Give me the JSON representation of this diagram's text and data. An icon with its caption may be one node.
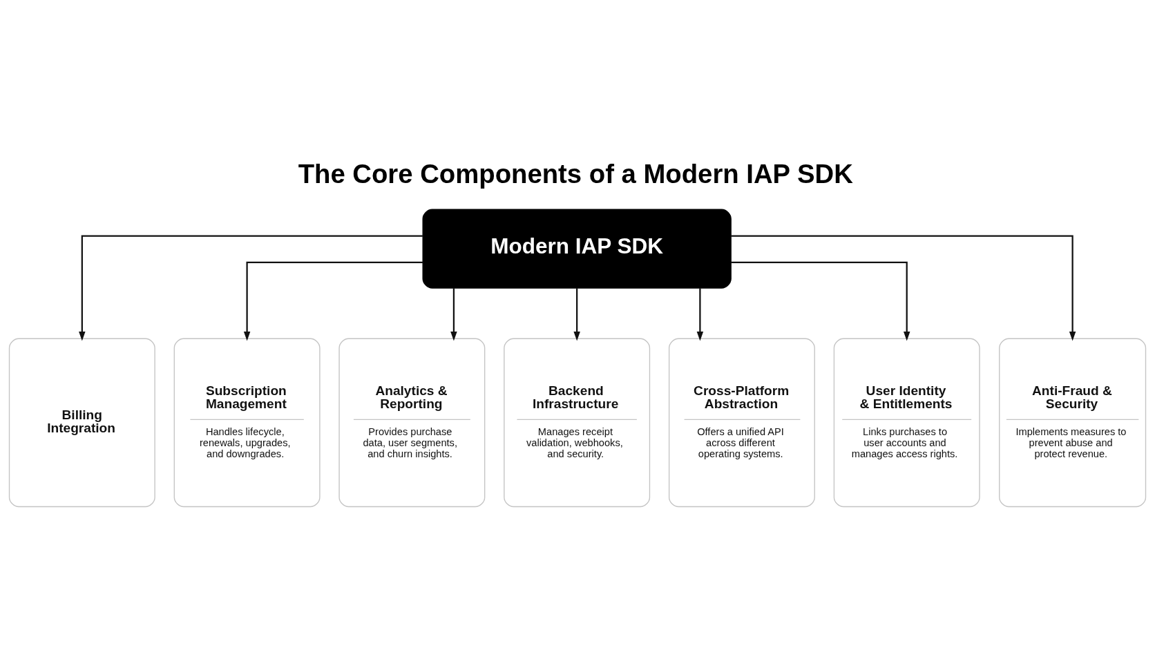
{
  "diagram": {
    "title": "The Core Components of a Modern IAP SDK",
    "nodes": [
      {
        "text": [
          "Modern IAP SDK"
        ]
      },
      {
        "text": [
          "Billing Integration"
        ]
      },
      {
        "text": [
          "Subscription Management",
          "Handles lifecycle, renewals, upgrades, and downgrades."
        ]
      },
      {
        "text": [
          "Analytics & Reporting",
          "Provides purchase data, user segments, and churn insights."
        ]
      },
      {
        "text": [
          "Backend Infrastructure",
          "Manages receipt validation, webhooks, and security."
        ]
      },
      {
        "text": [
          "Cross-Platform Abstraction",
          "Offers a unified API across different operating systems."
        ]
      },
      {
        "text": [
          "User Identity & Entitlements",
          "Links purchases to user accounts and manages access rights."
        ]
      },
      {
        "text": [
          "Anti-Fraud & Security",
          "Implements measures to prevent abuse and protect revenue."
        ]
      }
    ],
    "edges": [
      {
        "from": 0,
        "to": 1,
        "arrow": "to"
      },
      {
        "from": 0,
        "to": 2,
        "arrow": "to"
      },
      {
        "from": 0,
        "to": 3,
        "arrow": "to"
      },
      {
        "from": 0,
        "to": 4,
        "arrow": "to"
      },
      {
        "from": 0,
        "to": 5,
        "arrow": "to"
      },
      {
        "from": 0,
        "to": 6,
        "arrow": "to"
      },
      {
        "from": 0,
        "to": 7,
        "arrow": "to"
      }
    ]
  }
}
